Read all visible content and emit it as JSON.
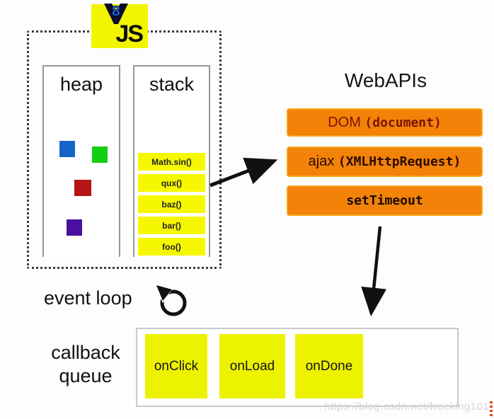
{
  "js_logo": {
    "text": "JS",
    "badge": "8"
  },
  "heap": {
    "title": "heap",
    "squares": [
      {
        "name": "blue",
        "color": "#1565c8"
      },
      {
        "name": "green",
        "color": "#12cf12"
      },
      {
        "name": "red",
        "color": "#b51414"
      },
      {
        "name": "purple",
        "color": "#4a0f9e"
      }
    ]
  },
  "stack": {
    "title": "stack",
    "frames": [
      "Math.sin()",
      "qux()",
      "baz()",
      "bar()",
      "foo()"
    ]
  },
  "webapis": {
    "title": "WebAPIs",
    "items": [
      {
        "prefix": "DOM ",
        "code": "(document)"
      },
      {
        "prefix": "ajax ",
        "code": "(XMLHttpRequest)"
      },
      {
        "prefix": "",
        "code": "setTimeout"
      }
    ]
  },
  "event_loop": {
    "label": "event loop"
  },
  "callback_queue": {
    "line1": "callback",
    "line2": "queue",
    "items": [
      "onClick",
      "onLoad",
      "onDone"
    ]
  },
  "watermark": "https://blog.csdn.net/freeking101",
  "colors": {
    "logo_yellow": "#f2f500",
    "stack_item_yellow": "#f6f800",
    "queue_item_yellow": "#ecf200",
    "api_orange": "#f28208",
    "api_border": "#f5a81d",
    "dom_text": "#7c1400"
  }
}
